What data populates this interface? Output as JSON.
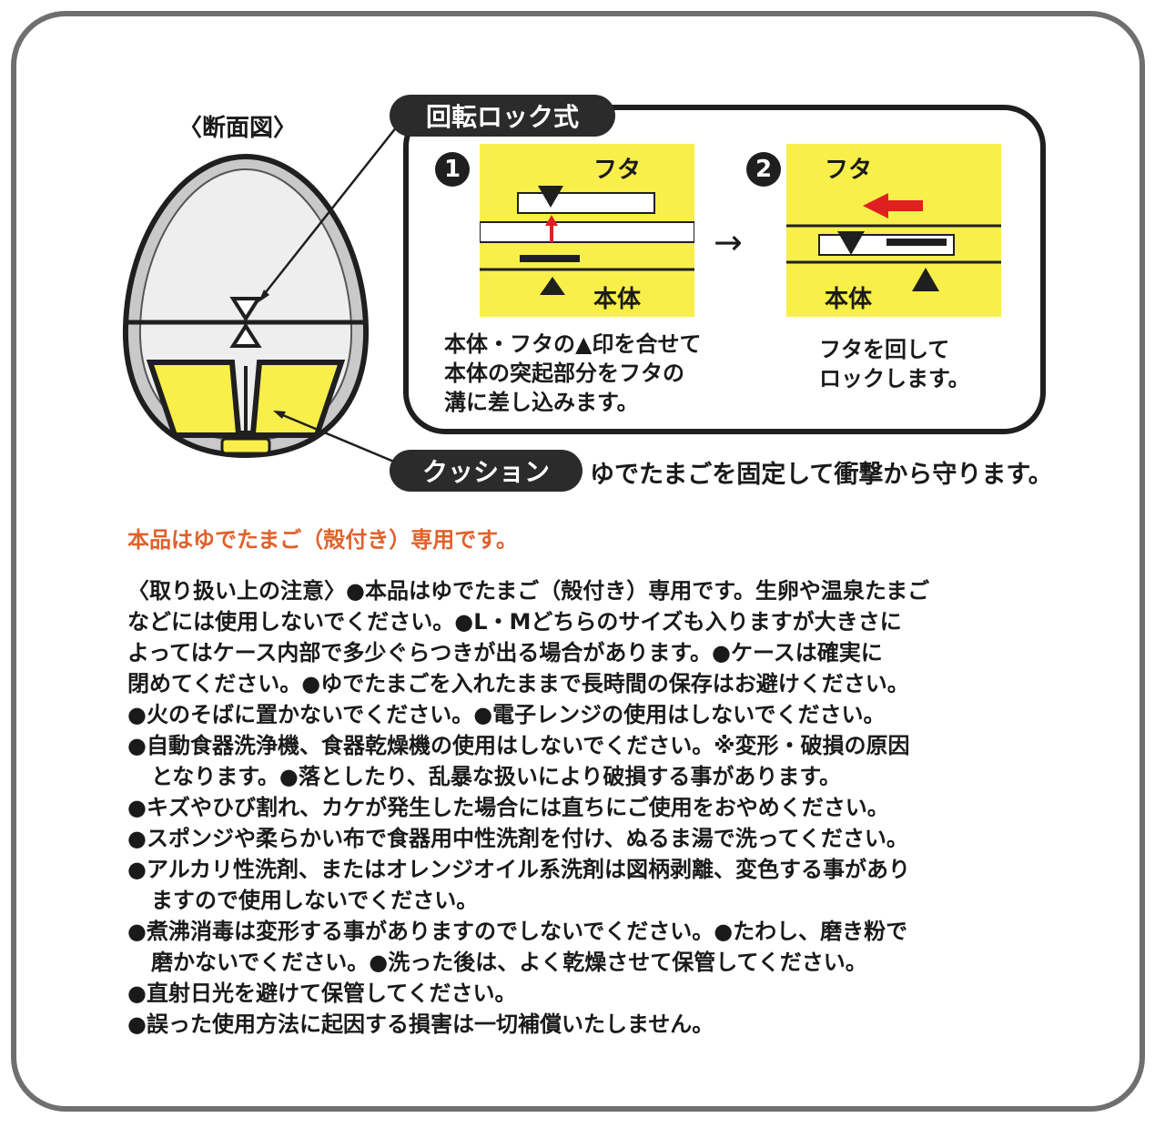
{
  "section_label": "〈断面図〉",
  "lock": {
    "title": "回転ロック式",
    "step1": {
      "number": "1",
      "lid_label": "フタ",
      "body_label": "本体",
      "desc": [
        "本体・フタの▲印を合せて",
        "本体の突起部分をフタの",
        "溝に差し込みます。"
      ]
    },
    "step2": {
      "number": "2",
      "lid_label": "フタ",
      "body_label": "本体",
      "desc": [
        "フタを回して",
        "ロックします。"
      ]
    },
    "arrow": "→"
  },
  "cushion": {
    "title": "クッション",
    "desc": "ゆでたまごを固定して衝撃から守ります。"
  },
  "note_red": "本品はゆでたまご（殻付き）専用です。",
  "cautions": [
    "〈取り扱い上の注意〉●本品はゆでたまご（殻付き）専用です。生卵や温泉たまご",
    "などには使用しないでください。●L・Mどちらのサイズも入りますが大きさに",
    "よってはケース内部で多少ぐらつきが出る場合があります。●ケースは確実に",
    "閉めてください。●ゆでたまごを入れたままで長時間の保存はお避けください。",
    "●火のそばに置かないでください。●電子レンジの使用はしないでください。",
    "●自動食器洗浄機、食器乾燥機の使用はしないでください。※変形・破損の原因",
    "となります。●落としたり、乱暴な扱いにより破損する事があります。",
    "●キズやひび割れ、カケが発生した場合には直ちにご使用をおやめください。",
    "●スポンジや柔らかい布で食器用中性洗剤を付け、ぬるま湯で洗ってください。",
    "●アルカリ性洗剤、またはオレンジオイル系洗剤は図柄剥離、変色する事があり",
    "ますので使用しないでください。",
    "●煮沸消毒は変形する事がありますのでしないでください。●たわし、磨き粉で",
    "磨かないでください。●洗った後は、よく乾燥させて保管してください。",
    "●直射日光を避けて保管してください。",
    "●誤った使用方法に起因する損害は一切補償いたしません。"
  ],
  "colors": {
    "frame": "#6f6f6f",
    "accent_yellow": "#f8ef4a",
    "note_orange": "#e0612b",
    "pill_dark": "#2b2b2b",
    "arrow_red": "#e02020"
  }
}
